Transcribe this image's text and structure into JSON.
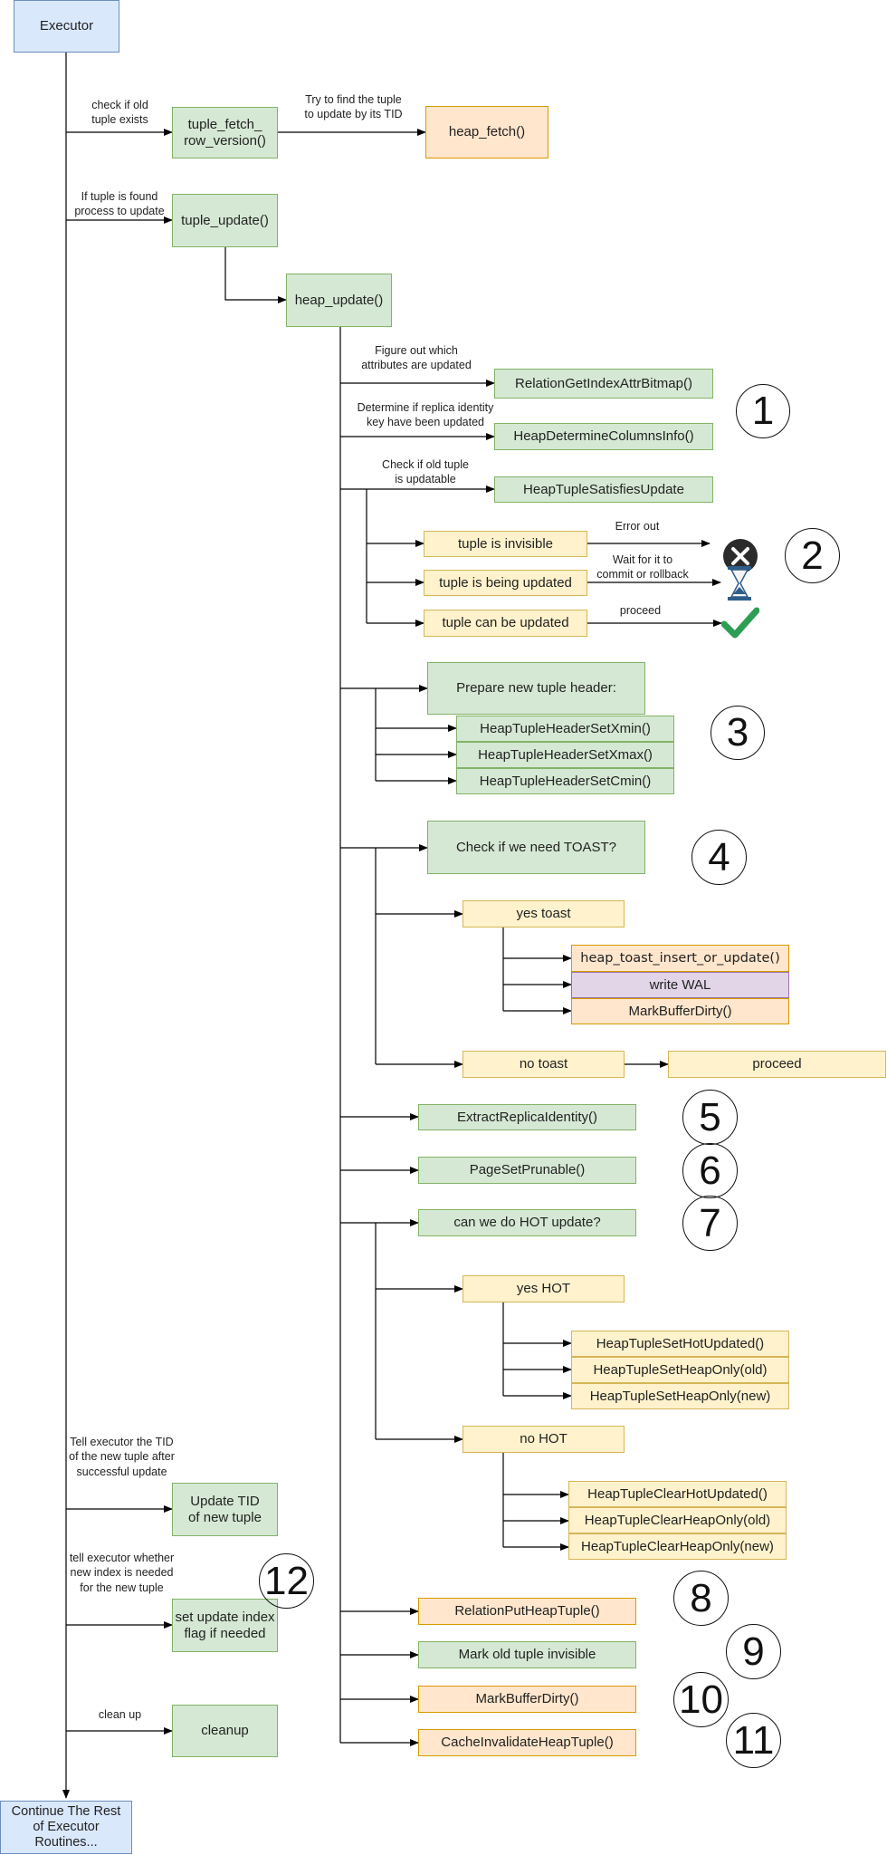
{
  "nodes": {
    "executor": "Executor",
    "tuple_fetch_row_version": "tuple_fetch_\nrow_version()",
    "heap_fetch": "heap_fetch()",
    "tuple_update": "tuple_update()",
    "heap_update": "heap_update()",
    "relation_get_index_attr_bitmap": "RelationGetIndexAttrBitmap()",
    "heap_determine_columns_info": "HeapDetermineColumnsInfo()",
    "heap_tuple_satisfies_update": "HeapTupleSatisfiesUpdate",
    "tuple_is_invisible": "tuple is invisible",
    "tuple_is_being_updated": "tuple is being updated",
    "tuple_can_be_updated": "tuple can be updated",
    "prepare_new_tuple_header": "Prepare new tuple header:",
    "set_xmin": "HeapTupleHeaderSetXmin()",
    "set_xmax": "HeapTupleHeaderSetXmax()",
    "set_cmin": "HeapTupleHeaderSetCmin()",
    "check_toast": "Check if we need TOAST?",
    "yes_toast": "yes toast",
    "heap_toast_insert_or_update": "heap_toast_insert_or_update()",
    "write_wal": "write WAL",
    "mark_buffer_dirty_toast": "MarkBufferDirty()",
    "no_toast": "no toast",
    "proceed_box": "proceed",
    "extract_replica_identity": "ExtractReplicaIdentity()",
    "page_set_prunable": "PageSetPrunable()",
    "can_hot_update": "can we do HOT update?",
    "yes_hot": "yes HOT",
    "set_hot_updated": "HeapTupleSetHotUpdated()",
    "set_heap_only_old": "HeapTupleSetHeapOnly(old)",
    "set_heap_only_new": "HeapTupleSetHeapOnly(new)",
    "no_hot": "no HOT",
    "clear_hot_updated": "HeapTupleClearHotUpdated()",
    "clear_heap_only_old": "HeapTupleClearHeapOnly(old)",
    "clear_heap_only_new": "HeapTupleClearHeapOnly(new)",
    "update_tid": "Update TID\nof new tuple",
    "set_update_index_flag": "set update index\nflag if needed",
    "cleanup": "cleanup",
    "relation_put_heap_tuple": "RelationPutHeapTuple()",
    "mark_old_tuple_invisible": "Mark old tuple invisible",
    "mark_buffer_dirty": "MarkBufferDirty()",
    "cache_invalidate_heap_tuple": "CacheInvalidateHeapTuple()",
    "continue_rest": "Continue The Rest\nof Executor\nRoutines..."
  },
  "labels": {
    "check_old_tuple_exists": "check if old\ntuple exists",
    "try_find_tuple": "Try to find the tuple\nto update by its TID",
    "if_tuple_found": "If tuple is found\nprocess to update",
    "figure_out_attrs": "Figure out which\nattributes are updated",
    "determine_replica_identity": "Determine if replica identity\nkey have been updated",
    "check_old_tuple_updatable": "Check if old tuple\nis updatable",
    "error_out": "Error out",
    "wait_commit_rollback": "Wait for it to\ncommit or rollback",
    "proceed": "proceed",
    "tell_executor_tid": "Tell executor the TID\nof the new tuple after\nsuccessful update",
    "tell_executor_index": "tell executor whether\nnew index is needed\nfor the new tuple",
    "clean_up": "clean up"
  },
  "step_numbers": [
    "1",
    "2",
    "3",
    "4",
    "5",
    "6",
    "7",
    "8",
    "9",
    "10",
    "11",
    "12"
  ],
  "icons": {
    "error": "x-circle-icon",
    "wait": "hourglass-icon",
    "ok": "checkmark-icon"
  },
  "colors": {
    "blue_fill": "#dae8fc",
    "green_fill": "#d5e8d4",
    "yellow_fill": "#fff2cc",
    "orange_fill": "#ffe6cc",
    "purple_fill": "#e1d5e7",
    "check_green": "#2e9e55"
  }
}
